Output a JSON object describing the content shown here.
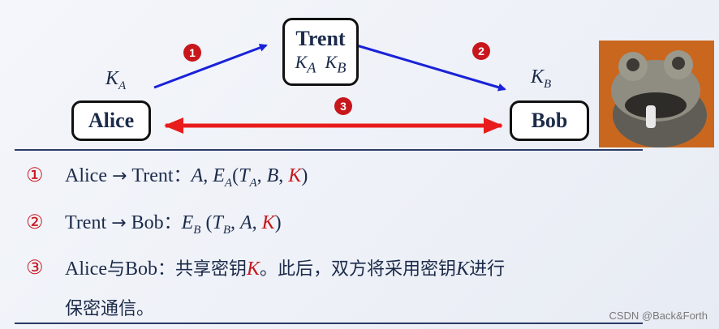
{
  "diagram": {
    "nodes": {
      "alice": "Alice",
      "bob": "Bob",
      "trent": {
        "name": "Trent",
        "keys": "K_A  K_B"
      }
    },
    "keys": {
      "alice": "K_A",
      "bob": "K_B"
    },
    "badges": [
      "1",
      "2",
      "3"
    ],
    "colors": {
      "request_arrow": "#1a22d8",
      "shared_arrow": "#e81c1c",
      "badge": "#c8161d"
    }
  },
  "steps": [
    {
      "marker": "①",
      "text": "Alice → Trent：A, E_A(T_A, B, K)"
    },
    {
      "marker": "②",
      "text": "Trent → Bob：E_B (T_B, A, K)"
    },
    {
      "marker": "③",
      "text": "Alice与Bob：共享密钥K。此后，双方将采用密钥K进行",
      "continuation": "保密通信。"
    }
  ],
  "watermark": "CSDN @Back&Forth"
}
